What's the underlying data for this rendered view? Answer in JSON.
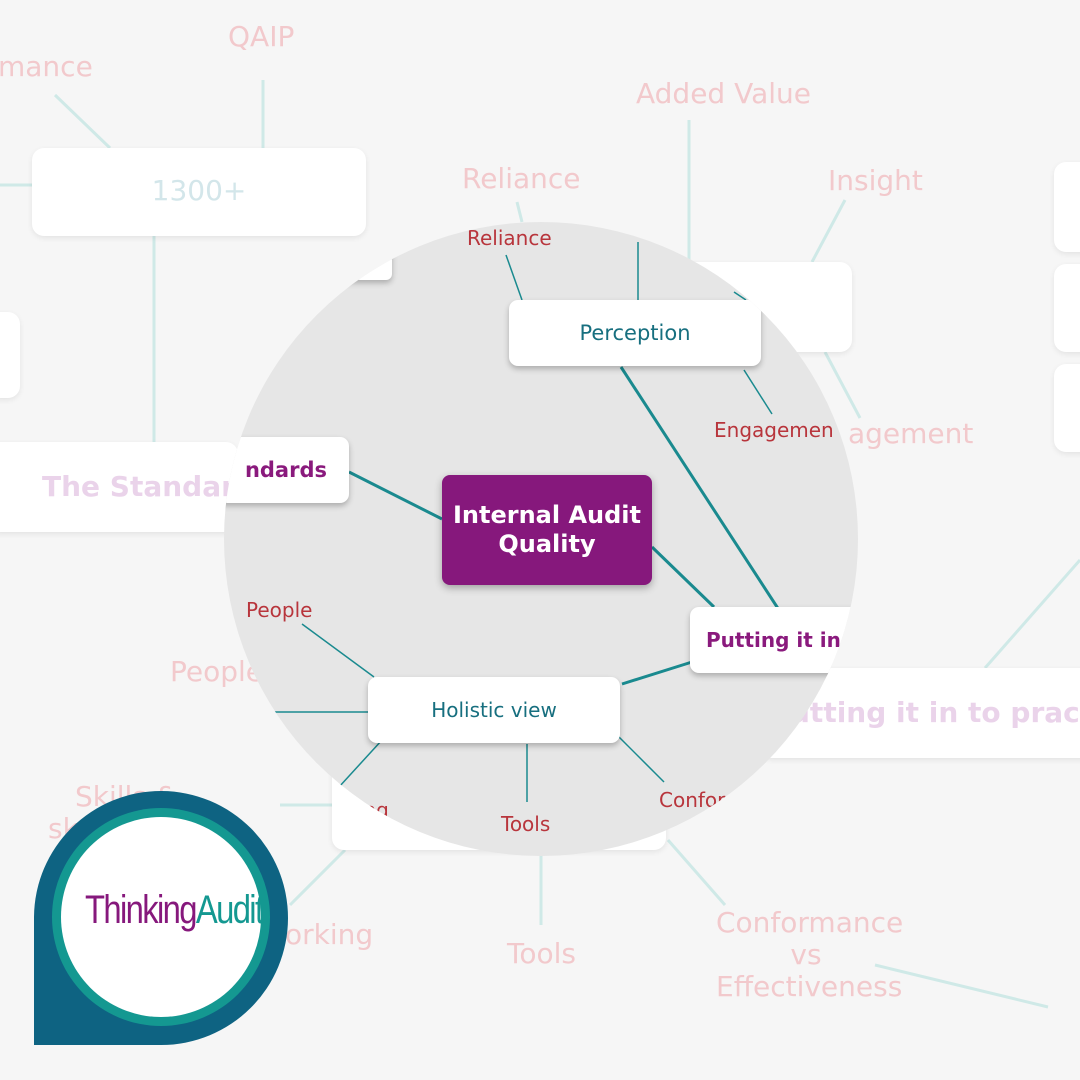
{
  "background_map": {
    "texts": {
      "mance": "mance",
      "qaip": "QAIP",
      "added_value": "Added Value",
      "reliance": "Reliance",
      "insight": "Insight",
      "engagement": "agement",
      "people": "People",
      "skills_line1": "Skills &",
      "skills_line2": "sk",
      "working": "orking",
      "tools": "Tools",
      "conformance_line1": "Conformance",
      "conformance_line2": "vs",
      "conformance_line3": "Effectiveness"
    },
    "boxes": {
      "b1300": "1300+",
      "the_standards": "The Standard",
      "putting_practice": "utting it in to practic"
    }
  },
  "lens": {
    "center_line1": "Internal Audit",
    "center_line2": "Quality",
    "perception": "Perception",
    "standards": "ndards",
    "putting": "Putting it in t",
    "holistic": "Holistic view",
    "leaves": {
      "reliance": "Reliance",
      "engagement": "Engagemen",
      "people": "People",
      "working": "ting",
      "tools": "Tools",
      "conformance": "Confor"
    }
  },
  "logo": {
    "part1": "Thinking",
    "part2": "Audit"
  },
  "colors": {
    "purple": "#86187c",
    "teal": "#176f7f",
    "leaf_red": "#b8353c",
    "logo_dark": "#0e6382",
    "logo_ring": "#149891"
  }
}
